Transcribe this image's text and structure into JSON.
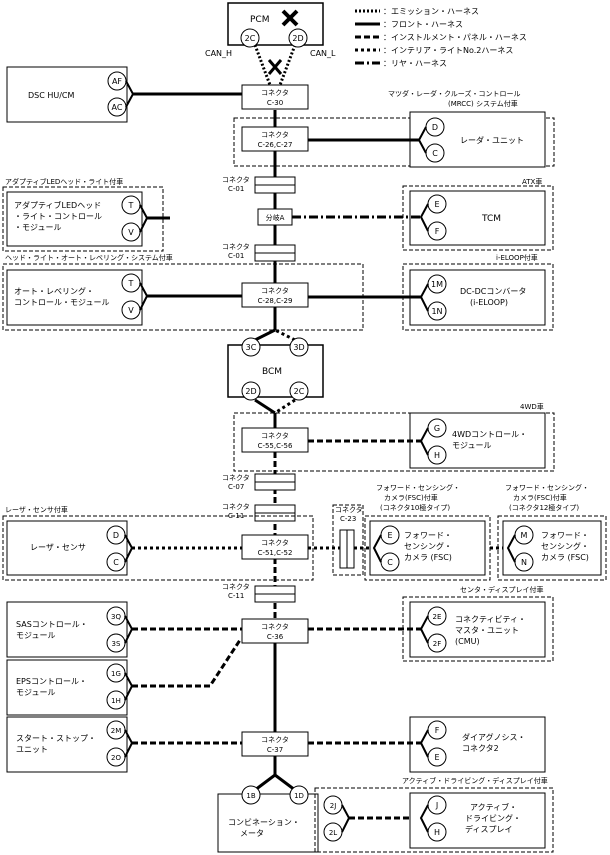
{
  "legend": [
    {
      "style": "emi",
      "label": "：エミッション・ハーネス"
    },
    {
      "style": "front",
      "label": "：フロント・ハーネス"
    },
    {
      "style": "inst",
      "label": "：インストルメント・パネル・ハーネス"
    },
    {
      "style": "intr",
      "label": "：インテリア・ライトNo.2ハーネス"
    },
    {
      "style": "rear",
      "label": "：リヤ・ハーネス"
    }
  ],
  "pcm": {
    "label": "PCM",
    "pin_h": "2C",
    "pin_l": "2D",
    "can_h": "CAN_H",
    "can_l": "CAN_L"
  },
  "dsc": {
    "label": "DSC HU/CM",
    "pin1": "AF",
    "pin2": "AC"
  },
  "connectors": {
    "c30": {
      "l1": "コネクタ",
      "l2": "C-30"
    },
    "c26": {
      "l1": "コネクタ",
      "l2": "C-26,C-27"
    },
    "c01a": "コネクタ\nC-01",
    "c01b": "コネクタ\nC-01",
    "c28": {
      "l1": "コネクタ",
      "l2": "C-28,C-29"
    },
    "c55": {
      "l1": "コネクタ",
      "l2": "C-55,C-56"
    },
    "c07": "コネクタ\nC-07",
    "c11a": "コネクタ\nC-11",
    "c51": {
      "l1": "コネクタ",
      "l2": "C-51,C-52"
    },
    "c23": "コネクタ\nC-23",
    "c11b": "コネクタ\nC-11",
    "c36": {
      "l1": "コネクタ",
      "l2": "C-36"
    },
    "c37": {
      "l1": "コネクタ",
      "l2": "C-37"
    },
    "branch": "分岐A"
  },
  "radar": {
    "group": "マツダ・レーダ・クルーズ・コントロール\n(MRCC) システム付車",
    "label": "レーダ・ユニット",
    "pin1": "D",
    "pin2": "C"
  },
  "adaptive": {
    "group": "アダプティブLEDヘッド・ライト付車",
    "label": "アダプティブLEDヘッド\n・ライト・コントロール\n・モジュール",
    "pin1": "T",
    "pin2": "V"
  },
  "tcm": {
    "group": "ATX車",
    "label": "TCM",
    "pin1": "E",
    "pin2": "F"
  },
  "leveling": {
    "group": "ヘッド・ライト・オート・レベリング・システム付車",
    "label": "オート・レベリング・\nコントロール・モジュール",
    "pin1": "T",
    "pin2": "V"
  },
  "dcdc": {
    "group": "i-ELOOP付車",
    "label": "DC-DCコンバータ\n(i-ELOOP)",
    "pin1": "1M",
    "pin2": "1N"
  },
  "bcm": {
    "label": "BCM",
    "pin1": "3C",
    "pin2": "3D",
    "pin3": "2D",
    "pin4": "2C"
  },
  "fourwd": {
    "group": "4WD車",
    "label": "4WDコントロール・\nモジュール",
    "pin1": "G",
    "pin2": "H"
  },
  "laser": {
    "group": "レーザ・センサ付車",
    "label": "レーザ・センサ",
    "pin1": "D",
    "pin2": "C"
  },
  "fsc10": {
    "group": "フォワード・センシング・\nカメラ(FSC)付車\n(コネクタ10極タイプ)",
    "label": "フォワード・\nセンシング・\nカメラ (FSC)",
    "pin1": "E",
    "pin2": "C"
  },
  "fsc12": {
    "group": "フォワード・センシング・\nカメラ(FSC)付車\n(コネクタ12極タイプ)",
    "label": "フォワード・\nセンシング・\nカメラ (FSC)",
    "pin1": "M",
    "pin2": "N"
  },
  "sas": {
    "label": "SASコントロール・\nモジュール",
    "pin1": "3Q",
    "pin2": "3S"
  },
  "cmu": {
    "group": "センタ・ディスプレイ付車",
    "label": "コネクティビティ・\nマスタ・ユニット\n(CMU)",
    "pin1": "2E",
    "pin2": "2F"
  },
  "eps": {
    "label": "EPSコントロール・\nモジュール",
    "pin1": "1G",
    "pin2": "1H"
  },
  "startstop": {
    "label": "スタート・ストップ・\nユニット",
    "pin1": "2M",
    "pin2": "2O"
  },
  "diag": {
    "label": "ダイアグノシス・\nコネクタ2",
    "pin1": "F",
    "pin2": "E"
  },
  "meter": {
    "label": "コンビネーション・\nメータ",
    "pin1": "1B",
    "pin2": "1D",
    "pin3": "2J",
    "pin4": "2L"
  },
  "add": {
    "group": "アクティブ・ドライビング・ディスプレイ付車",
    "label": "アクティブ・\nドライビング・\nディスプレイ",
    "pin1": "J",
    "pin2": "H"
  }
}
